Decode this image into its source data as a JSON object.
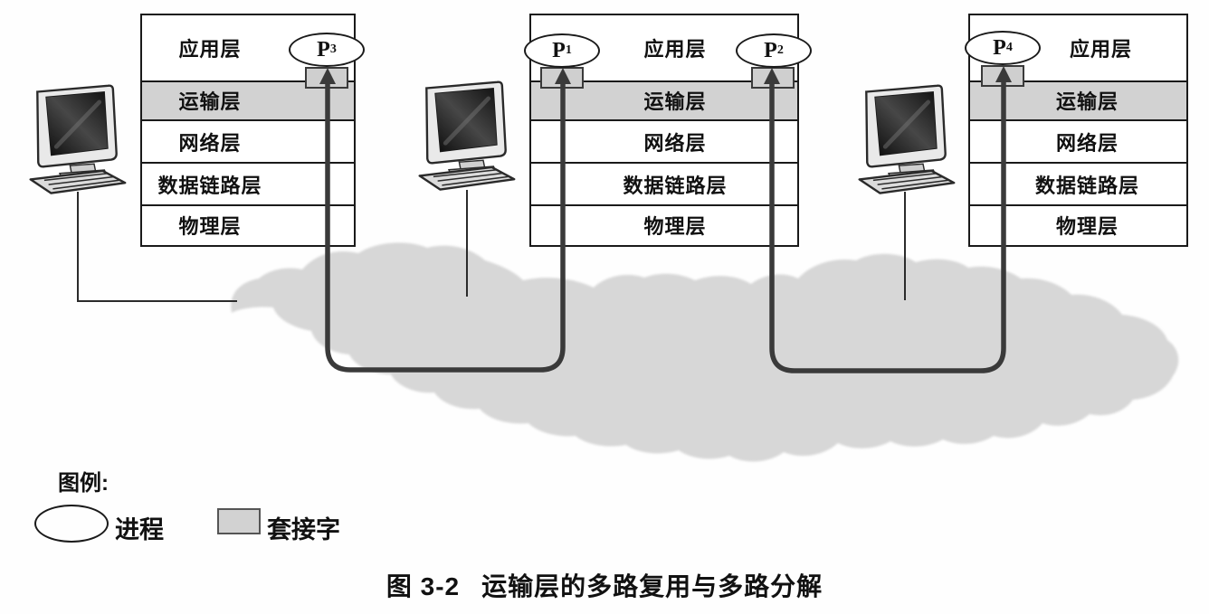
{
  "layers": [
    "应用层",
    "运输层",
    "网络层",
    "数据链路层",
    "物理层"
  ],
  "processes": {
    "p1": {
      "label": "P",
      "sub": "1"
    },
    "p2": {
      "label": "P",
      "sub": "2"
    },
    "p3": {
      "label": "P",
      "sub": "3"
    },
    "p4": {
      "label": "P",
      "sub": "4"
    }
  },
  "legend": {
    "heading": "图例:",
    "process_label": "进程",
    "socket_label": "套接字"
  },
  "caption": {
    "prefix": "图 3-2",
    "title": "运输层的多路复用与多路分解"
  },
  "colors": {
    "transport_layer_fill": "#d2d2d2",
    "socket_fill": "#cfcfcf",
    "cloud_fill": "#d7d7d7",
    "arrow": "#3a3a3a"
  }
}
